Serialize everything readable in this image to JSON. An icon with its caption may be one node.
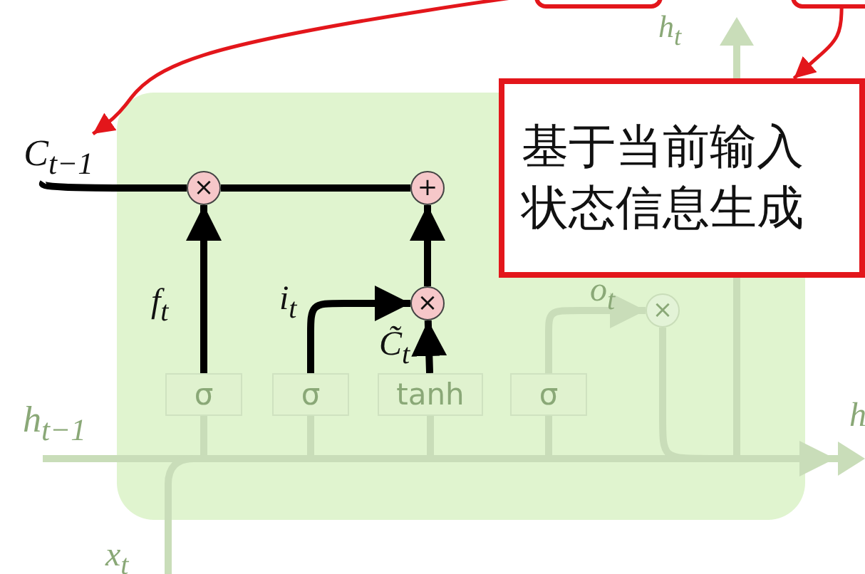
{
  "diagram": {
    "nodes": [
      {
        "text": [],
        "shape": "box"
      },
      {
        "text": [
          "C$_{t−1}$"
        ]
      },
      {
        "text": [
          "×"
        ],
        "in": 0
      },
      {
        "text": [
          "+"
        ],
        "in": 0
      },
      {
        "text": [
          "×"
        ],
        "in": 0
      },
      {
        "text": [
          "σ"
        ],
        "in": 0
      },
      {
        "text": [
          "σ"
        ],
        "in": 0
      },
      {
        "text": [
          "tanh"
        ],
        "in": 0
      },
      {
        "text": [
          "σ"
        ],
        "in": 0
      },
      {
        "text": [
          "×"
        ],
        "in": 0
      },
      {
        "text": [
          "基于当前输入状态信息生成"
        ]
      },
      {
        "text": [],
        "shape": "box"
      },
      {
        "text": [],
        "shape": "box"
      }
    ],
    "edges": [
      {
        "from": 5,
        "to": 2,
        "arrow": "to",
        "label": "f$_{t}$"
      },
      {
        "from": 6,
        "to": 4,
        "arrow": "to",
        "label": "i$_{t}$"
      },
      {
        "from": 7,
        "to": 4,
        "arrow": "to",
        "label": "C̃$_{t}$"
      },
      {
        "from": 4,
        "to": 3,
        "arrow": "to"
      },
      {
        "from": 8,
        "to": 9,
        "arrow": "to",
        "label": "o$_{t}$",
        "color": "#c9ddb9"
      },
      {
        "from": 2,
        "to": 3,
        "arrow": "none"
      },
      {
        "from": 1,
        "to": 2,
        "arrow": "none"
      },
      {
        "from": 11,
        "to": 1,
        "arrow": "to",
        "color": "#e3161b"
      },
      {
        "from": 12,
        "to": 10,
        "arrow": "to",
        "color": "#e3161b"
      },
      {
        "from": null,
        "to": 5,
        "arrow": "none",
        "color": "#c9ddb9"
      },
      {
        "from": null,
        "to": 6,
        "arrow": "none",
        "color": "#c9ddb9"
      },
      {
        "from": null,
        "to": 7,
        "arrow": "none",
        "color": "#c9ddb9"
      },
      {
        "from": null,
        "to": 8,
        "arrow": "none",
        "color": "#c9ddb9"
      },
      {
        "from": 9,
        "to": null,
        "arrow": "to",
        "color": "#c9ddb9"
      }
    ],
    "labels": [
      "h$_{t}$",
      "h$_{t−1}$",
      "x$_{t}$",
      "h"
    ]
  }
}
